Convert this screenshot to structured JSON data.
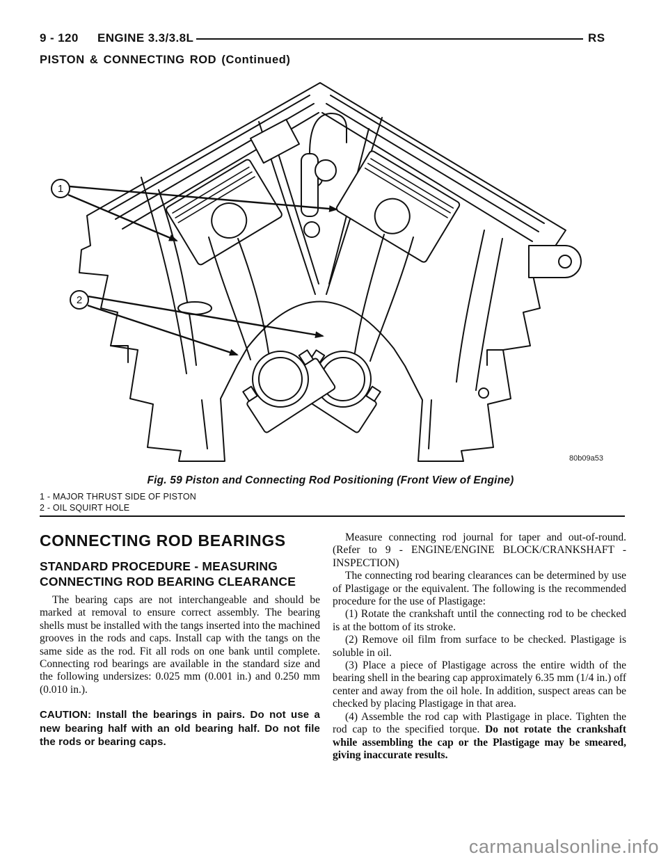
{
  "header": {
    "page_number": "9 - 120",
    "section_title": "ENGINE 3.3/3.8L",
    "model_code": "RS",
    "subheader": "PISTON & CONNECTING ROD (Continued)"
  },
  "figure": {
    "callout_1": "1",
    "callout_2": "2",
    "figure_code": "80b09a53",
    "caption": "Fig. 59 Piston and Connecting Rod Positioning (Front View of Engine)",
    "legend": [
      "1 - MAJOR THRUST SIDE OF PISTON",
      "2 - OIL SQUIRT HOLE"
    ]
  },
  "left_column": {
    "heading": "CONNECTING ROD BEARINGS",
    "subheading_line1": "STANDARD PROCEDURE - MEASURING",
    "subheading_line2": "CONNECTING ROD BEARING CLEARANCE",
    "paragraph": "The bearing caps are not interchangeable and should be marked at removal to ensure correct assembly. The bearing shells must be installed with the tangs inserted into the machined grooves in the rods and caps. Install cap with the tangs on the same side as the rod. Fit all rods on one bank until complete. Connecting rod bearings are available in the standard size and the following undersizes: 0.025 mm (0.001 in.) and 0.250 mm (0.010 in.).",
    "caution": "CAUTION: Install the bearings in pairs. Do not use a new bearing half with an old bearing half. Do not file the rods or bearing caps."
  },
  "right_column": {
    "p1": "Measure connecting rod journal for taper and out-of-round. (Refer to 9 - ENGINE/ENGINE BLOCK/CRANKSHAFT - INSPECTION)",
    "p2": "The connecting rod bearing clearances can be determined by use of Plastigage or the equivalent. The following is the recommended procedure for the use of Plastigage:",
    "p3": "(1) Rotate the crankshaft until the connecting rod to be checked is at the bottom of its stroke.",
    "p4": "(2) Remove oil film from surface to be checked. Plastigage is soluble in oil.",
    "p5": "(3) Place a piece of Plastigage across the entire width of the bearing shell in the bearing cap approximately 6.35 mm (1/4 in.) off center and away from the oil hole. In addition, suspect areas can be checked by placing Plastigage in that area.",
    "p6_normal": "(4) Assemble the rod cap with Plastigage in place. Tighten the rod cap to the specified torque. ",
    "p6_bold": "Do not rotate the crankshaft while assembling the cap or the Plastigage may be smeared, giving inaccurate results."
  },
  "watermark": "carmanualsonline.info"
}
